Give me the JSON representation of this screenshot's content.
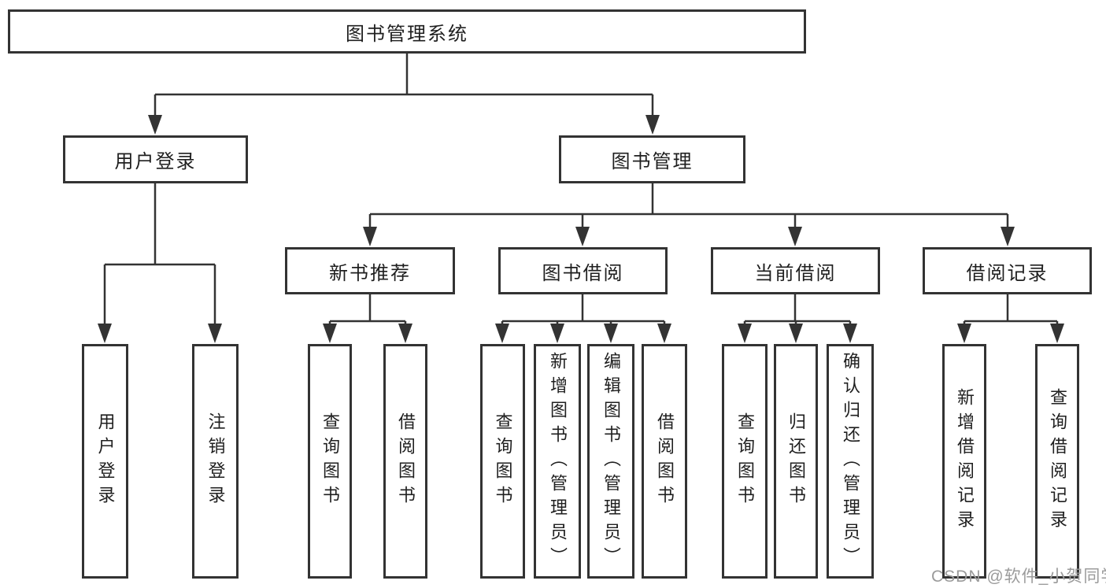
{
  "diagram_title": "图书管理系统",
  "tree": {
    "root": {
      "label": "图书管理系统"
    },
    "branches": [
      {
        "label": "用户登录",
        "children": [
          {
            "label": "用户登录"
          },
          {
            "label": "注销登录"
          }
        ]
      },
      {
        "label": "图书管理",
        "children": [
          {
            "label": "新书推荐",
            "children": [
              {
                "label": "查询图书"
              },
              {
                "label": "借阅图书"
              }
            ]
          },
          {
            "label": "图书借阅",
            "children": [
              {
                "label": "查询图书"
              },
              {
                "label": "新增图书（管理员）"
              },
              {
                "label": "编辑图书（管理员）"
              },
              {
                "label": "借阅图书"
              }
            ]
          },
          {
            "label": "当前借阅",
            "children": [
              {
                "label": "查询图书"
              },
              {
                "label": "归还图书"
              },
              {
                "label": "确认归还（管理员）"
              }
            ]
          },
          {
            "label": "借阅记录",
            "children": [
              {
                "label": "新增借阅记录"
              },
              {
                "label": "查询借阅记录"
              }
            ]
          }
        ]
      }
    ]
  },
  "watermark": "CSDN @软件_小贺同学",
  "colors": {
    "line": "#333333",
    "box_border": "#333333",
    "background": "#ffffff",
    "watermark": "#9b9b9b"
  }
}
